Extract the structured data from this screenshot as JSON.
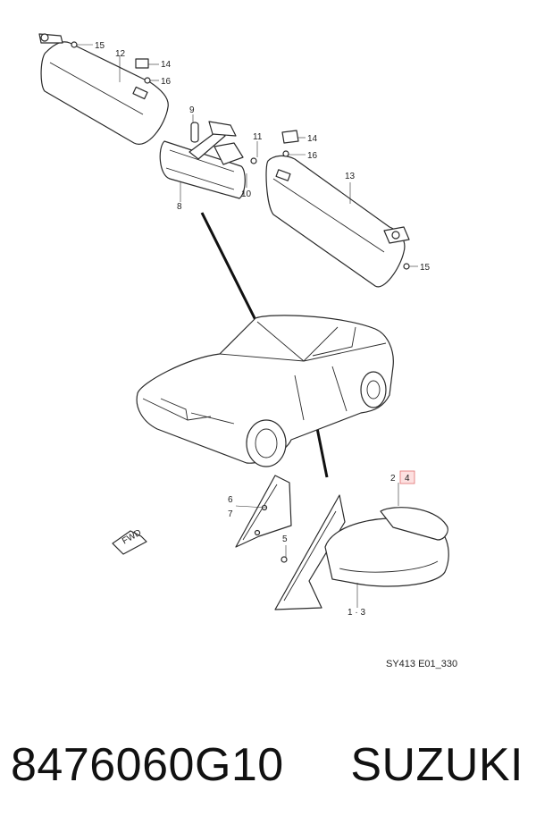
{
  "callouts": {
    "c15a": "15",
    "c12": "12",
    "c14a": "14",
    "c16a": "16",
    "c9": "9",
    "c11": "11",
    "c14b": "14",
    "c16b": "16",
    "c10": "10",
    "c8": "8",
    "c13": "13",
    "c15b": "15",
    "c2": "2",
    "c4": "4",
    "c6": "6",
    "c7": "7",
    "c5": "5",
    "c13pair": "1 · 3"
  },
  "fwd_label": "FWD",
  "drawing_code": "SY413 E01_330",
  "footer": {
    "part_number": "8476060G10",
    "brand": "SUZUKI"
  },
  "colors": {
    "line": "#2a2a2a",
    "highlight_fill": "#fde0e0",
    "highlight_stroke": "#e07070"
  }
}
